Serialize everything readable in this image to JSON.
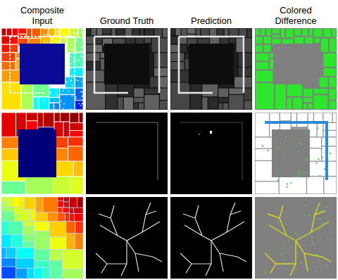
{
  "diagram": {
    "labels": [
      "Composite Input",
      "Ground Truth",
      "Prediction",
      "Colored Difference"
    ]
  }
}
